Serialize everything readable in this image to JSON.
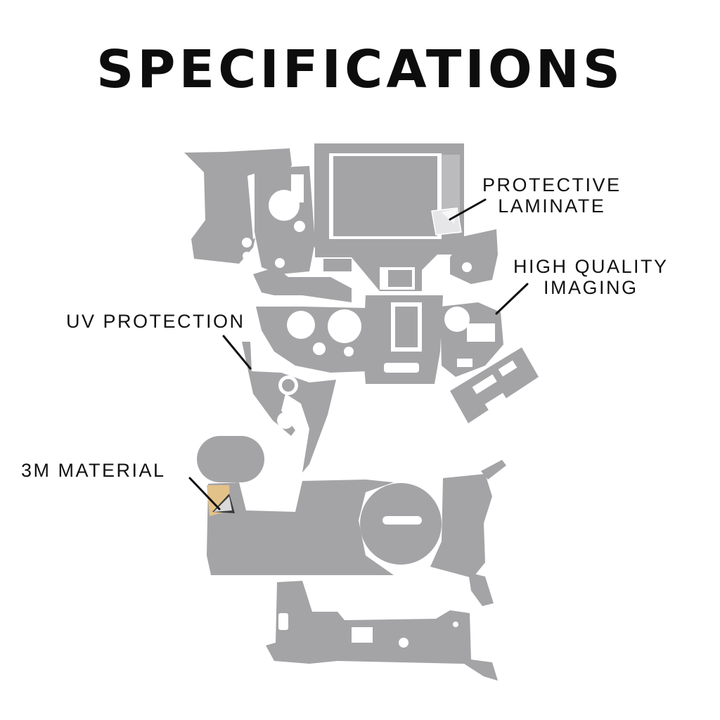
{
  "title": "SPECIFICATIONS",
  "callouts": {
    "protective_laminate": {
      "line1": "PROTECTIVE",
      "line2": "LAMINATE"
    },
    "high_quality_imaging": {
      "line1": "HIGH QUALITY",
      "line2": "IMAGING"
    },
    "uv_protection": {
      "line1": "UV PROTECTION"
    },
    "material": {
      "line1": "3M MATERIAL"
    }
  },
  "colors": {
    "skin_gray": "#a4a4a7",
    "text": "#111111",
    "material_tan": "#e3c289"
  }
}
